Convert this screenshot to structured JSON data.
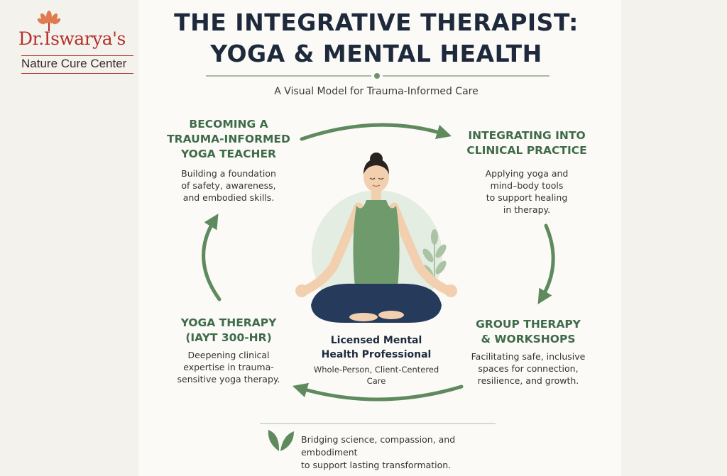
{
  "logo": {
    "name": "Dr.Iswarya's",
    "subtitle": "Nature Cure Center"
  },
  "header": {
    "title_line1": "THE INTEGRATIVE THERAPIST:",
    "title_line2": "YOGA & MENTAL HEALTH",
    "subtitle": "A Visual Model for Trauma-Informed Care"
  },
  "nodes": [
    {
      "title": "BECOMING A\nTRAUMA-INFORMED\nYOGA TEACHER",
      "description": "Building a foundation\nof safety, awareness,\nand embodied skills."
    },
    {
      "title": "INTEGRATING INTO\nCLINICAL PRACTICE",
      "description": "Applying yoga and\nmind–body tools\nto support healing\nin therapy."
    },
    {
      "title": "GROUP THERAPY\n& WORKSHOPS",
      "description": "Facilitating safe, inclusive\nspaces for connection,\nresilience, and growth."
    },
    {
      "title": "YOGA THERAPY\n(IAYT 300-HR)",
      "description": "Deepening clinical\nexpertise in trauma-\nsensitive yoga therapy."
    }
  ],
  "center": {
    "title": "Licensed Mental\nHealth Professional",
    "description": "Whole-Person, Client-Centered\nCare"
  },
  "footer": {
    "text": "Bridging science, compassion, and embodiment\nto support lasting transformation."
  },
  "colors": {
    "accent_green": "#5e8a5e",
    "title_navy": "#1e2a3c",
    "node_green": "#3f6b4a",
    "brand_red": "#b5312b"
  },
  "icons": [
    "lotus-flower-icon",
    "leaf-sprig-icon",
    "leaves-icon",
    "meditating-person-illustration"
  ]
}
